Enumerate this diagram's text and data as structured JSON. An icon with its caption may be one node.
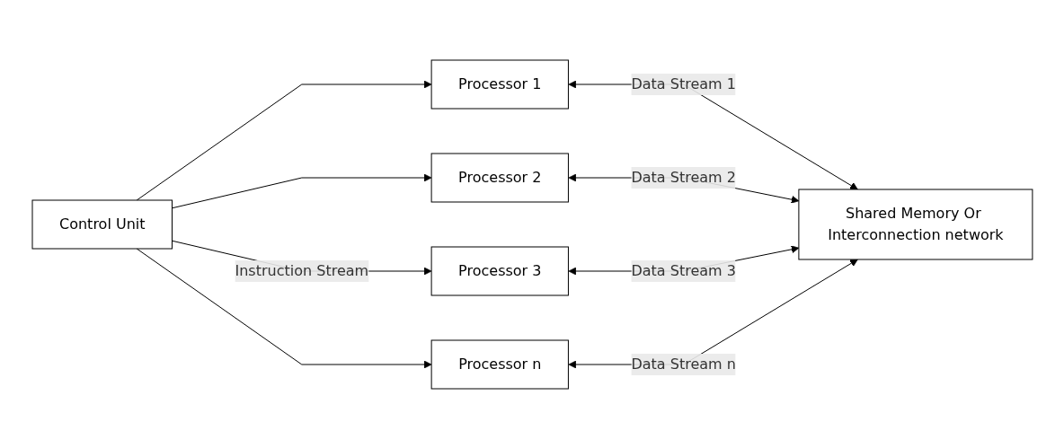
{
  "diagram": {
    "nodes": [
      {
        "text": [
          "Control Unit"
        ]
      },
      {
        "text": [
          "Processor 1"
        ]
      },
      {
        "text": [
          "Processor 2"
        ]
      },
      {
        "text": [
          "Processor 3"
        ]
      },
      {
        "text": [
          "Processor n"
        ]
      },
      {
        "text": [
          "Shared Memory Or Interconnection network"
        ]
      }
    ],
    "edges": [
      {
        "from": 0,
        "to": 1,
        "arrow": "to"
      },
      {
        "from": 0,
        "to": 2,
        "arrow": "to"
      },
      {
        "from": 0,
        "to": 3,
        "arrow": "to",
        "label": "Instruction Stream"
      },
      {
        "from": 0,
        "to": 4,
        "arrow": "to"
      },
      {
        "from": 1,
        "to": 5,
        "arrow": "both",
        "label": "Data Stream 1"
      },
      {
        "from": 2,
        "to": 5,
        "arrow": "both",
        "label": "Data Stream 2"
      },
      {
        "from": 3,
        "to": 5,
        "arrow": "both",
        "label": "Data Stream 3"
      },
      {
        "from": 4,
        "to": 5,
        "arrow": "both",
        "label": "Data Stream n"
      }
    ]
  }
}
